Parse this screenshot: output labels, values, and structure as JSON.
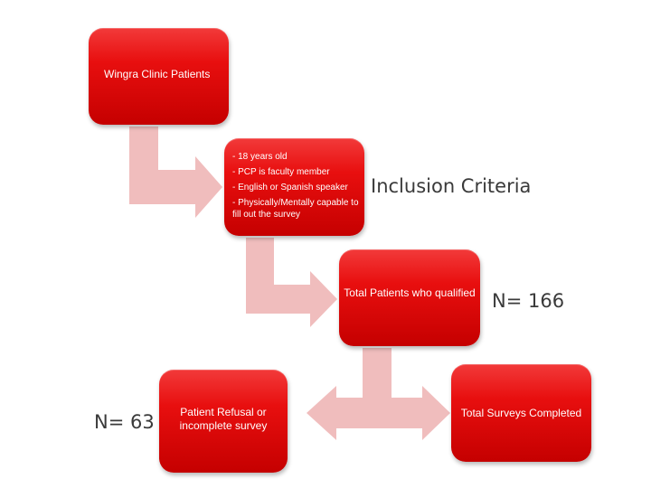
{
  "flowchart": {
    "start_box": {
      "text": "Wingra Clinic Patients"
    },
    "criteria_box": {
      "items": [
        "- 18 years old",
        "- PCP is faculty member",
        "- English or Spanish speaker",
        "- Physically/Mentally capable to fill out the survey"
      ]
    },
    "criteria_label": "Inclusion  Criteria",
    "qualified_box": {
      "text": "Total Patients who qualified"
    },
    "qualified_count": "N= 166",
    "completed_box": {
      "text": "Total Surveys Completed"
    },
    "refusal_box": {
      "text": "Patient Refusal or incomplete survey"
    },
    "refusal_count": "N= 63"
  },
  "colors": {
    "box_fill": "#e80f0f",
    "connector": "#f0bdbd",
    "label_text": "#3a3a3a"
  }
}
